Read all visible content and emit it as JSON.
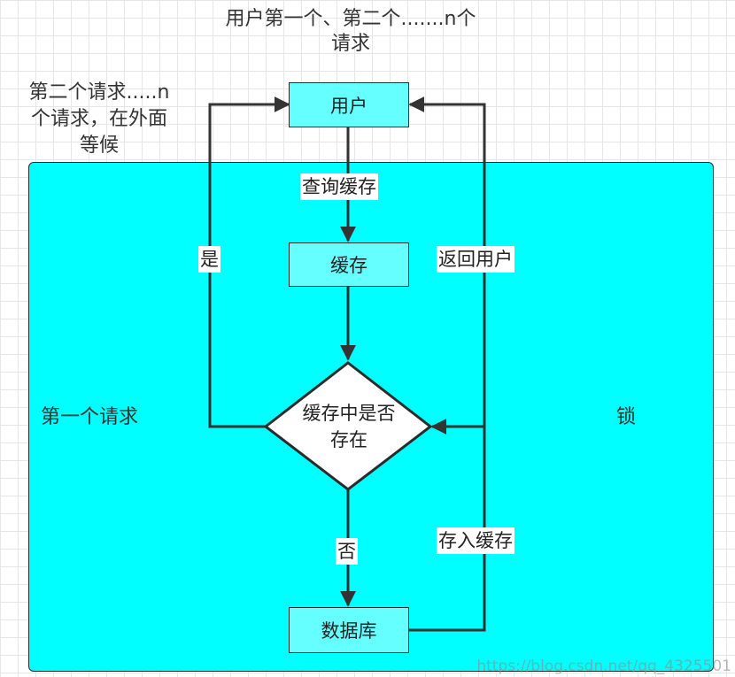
{
  "top_caption": {
    "line1": "用户第一个、第二个.......n个",
    "line2": "请求"
  },
  "waiting_caption": {
    "line1": "第二个请求.....n",
    "line2": "个请求，在外面",
    "line3": "等候"
  },
  "region": {
    "left_label": "第一个请求",
    "right_label": "锁",
    "fill_color": "#00ffff"
  },
  "nodes": {
    "user": "用户",
    "cache": "缓存",
    "decision": {
      "line1": "缓存中是否",
      "line2": "存在"
    },
    "database": "数据库"
  },
  "edge_labels": {
    "query_cache": "查询缓存",
    "yes": "是",
    "return_user": "返回用户",
    "no": "否",
    "store_cache": "存入缓存"
  },
  "watermark": "https://blog.csdn.net/qq_4325501"
}
